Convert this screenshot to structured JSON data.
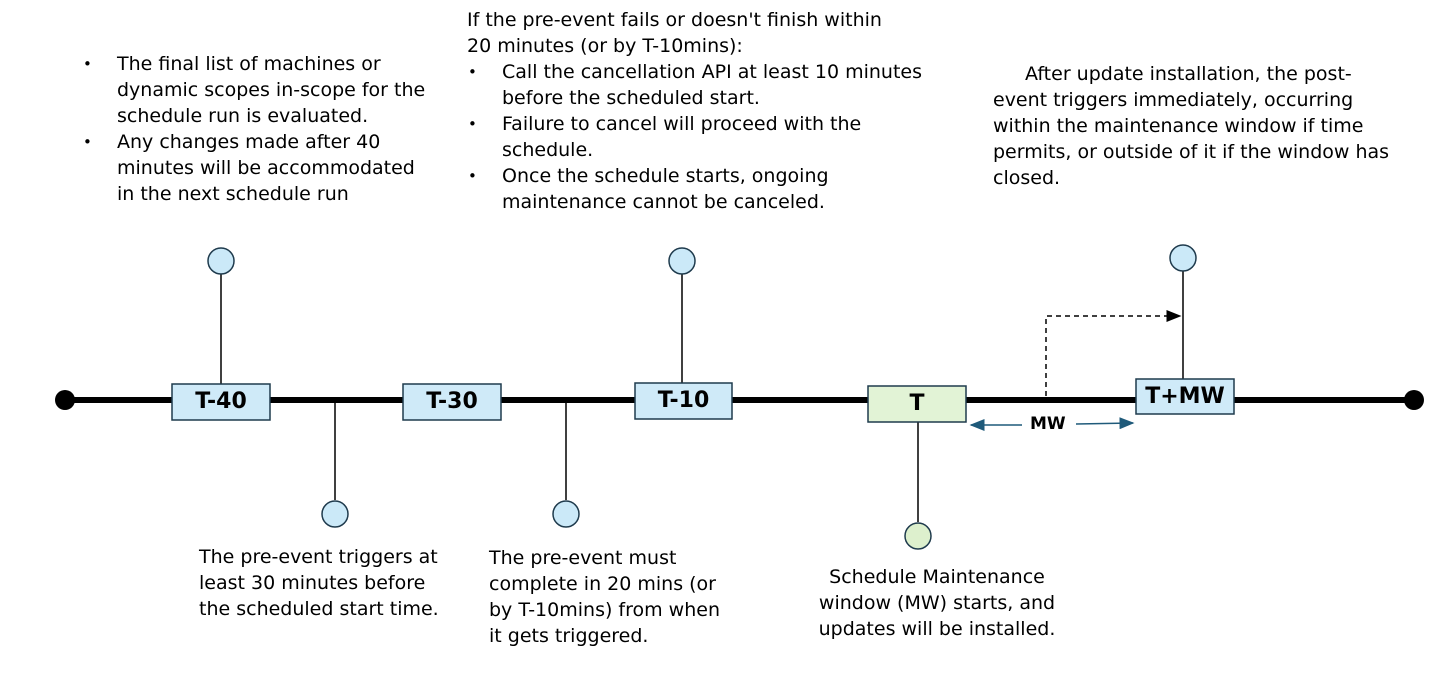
{
  "colors": {
    "box_blue": "#cfeaf8",
    "box_green": "#e2f3d6",
    "circle_blue": "#cbe9f8",
    "circle_green": "#ddf0cd",
    "stroke_dark": "#1f3b4d",
    "arrow_mw": "#1f5a7a"
  },
  "markers": [
    {
      "id": "t-40",
      "label": "T-40",
      "style": "blue"
    },
    {
      "id": "t-30",
      "label": "T-30",
      "style": "blue"
    },
    {
      "id": "t-10",
      "label": "T-10",
      "style": "blue"
    },
    {
      "id": "t",
      "label": "T",
      "style": "green"
    },
    {
      "id": "t-plus-mw",
      "label": "T+MW",
      "style": "blue"
    }
  ],
  "mw_label": "MW",
  "notes": {
    "t40": {
      "bullets": [
        "The final list of machines or dynamic scopes in-scope for the schedule run is evaluated.",
        "Any changes made after 40 minutes will be accommodated in the next schedule run"
      ]
    },
    "pre_event_trigger": "The pre-event triggers at least 30 minutes before the scheduled start time.",
    "pre_event_complete": "The pre-event must complete in 20 mins (or by T-10mins) from when it gets triggered.",
    "t10": {
      "intro": "If the pre-event fails or doesn't finish within 20 minutes (or by T-10mins):",
      "bullets": [
        "Call the cancellation API at least 10 minutes before the scheduled start.",
        "Failure to cancel will proceed with the schedule.",
        "Once the schedule starts, ongoing maintenance cannot be canceled."
      ]
    },
    "t_start": "Schedule Maintenance window (MW) starts, and updates will be installed.",
    "post_event": "After update installation, the post-event triggers immediately, occurring within the maintenance window if time permits, or outside of it if the window has closed."
  }
}
